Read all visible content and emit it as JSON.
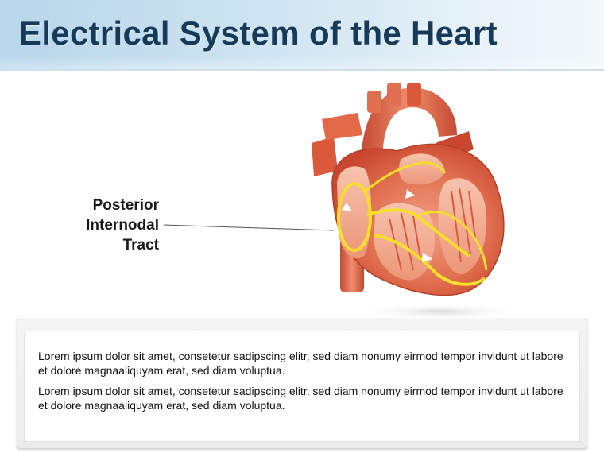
{
  "header": {
    "title": "Electrical System of the Heart"
  },
  "diagram": {
    "callout_lines": [
      "Posterior",
      "Internodal",
      "Tract"
    ]
  },
  "text_box": {
    "paragraphs": [
      "Lorem ipsum dolor sit amet, consetetur sadipscing elitr, sed diam nonumy eirmod tempor invidunt ut labore et dolore magnaaliquyam erat, sed diam voluptua.",
      "Lorem ipsum dolor sit amet, consetetur sadipscing elitr, sed diam nonumy eirmod tempor invidunt ut labore et dolore magnaaliquyam erat, sed diam voluptua."
    ]
  },
  "colors": {
    "title_text": "#163b5a",
    "title_bar": "#cfe4f1",
    "heart_wall": "#d9593a",
    "heart_light": "#f2a184",
    "conduction_path": "#f5df2a"
  },
  "icons": [
    "heart-illustration"
  ]
}
